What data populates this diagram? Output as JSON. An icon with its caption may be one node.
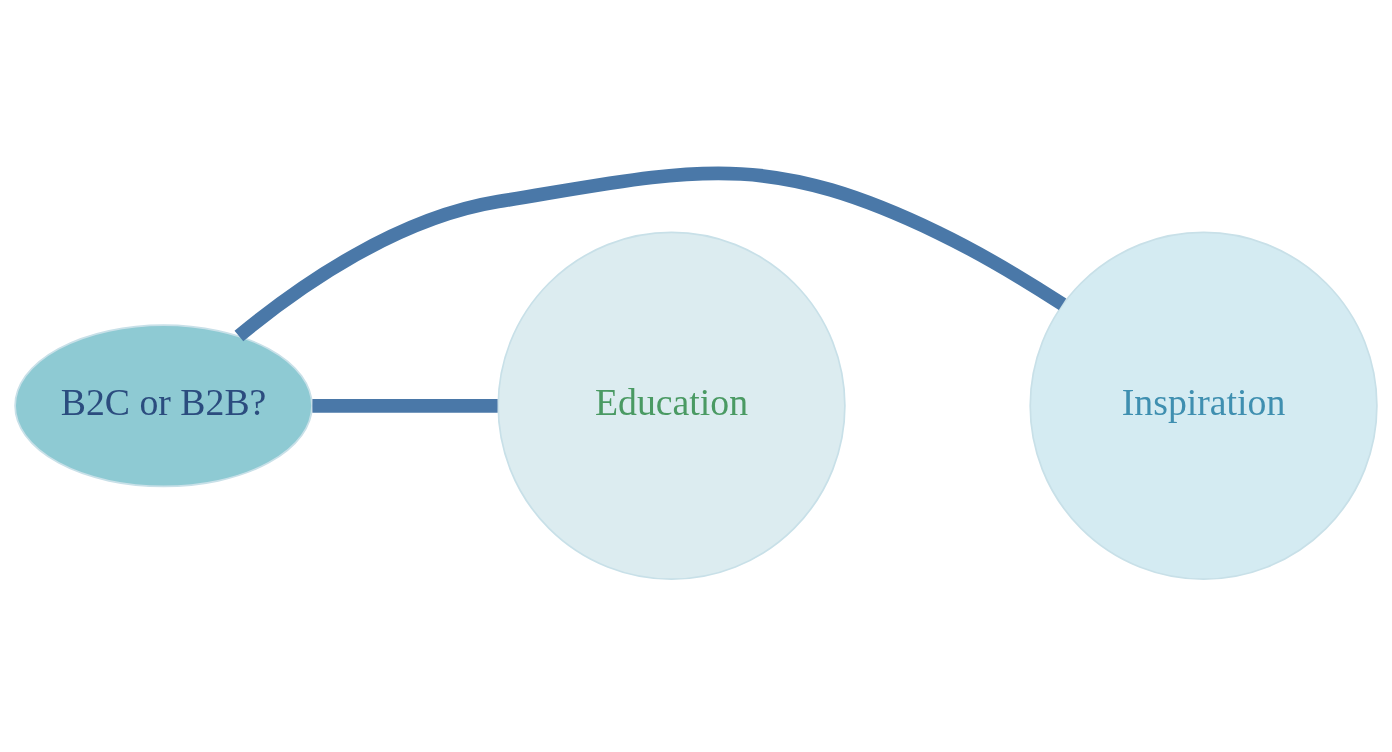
{
  "diagram": {
    "nodes": [
      {
        "text": [
          "B2C or B2B?"
        ]
      },
      {
        "text": [
          "Inspiration"
        ]
      },
      {
        "text": [
          "Education"
        ]
      }
    ],
    "edges": [
      {
        "from": 0,
        "to": 1,
        "arrow": "none"
      },
      {
        "from": 0,
        "to": 2,
        "arrow": "none"
      }
    ]
  }
}
